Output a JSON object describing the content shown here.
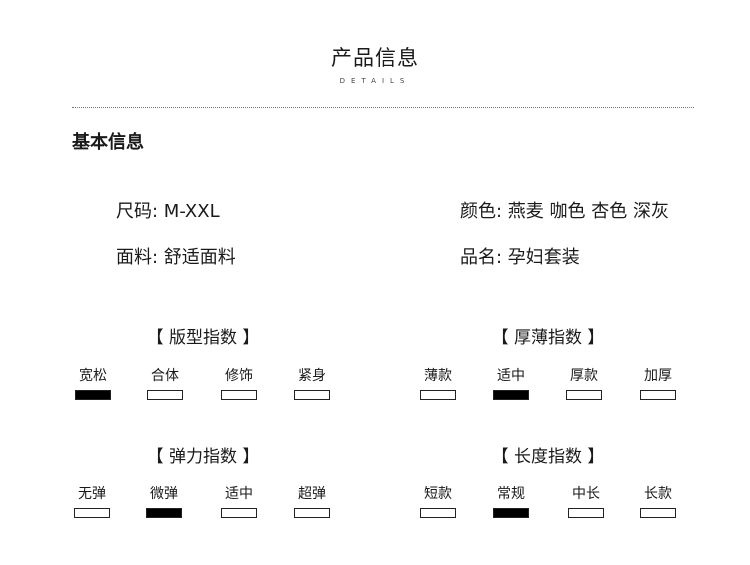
{
  "header": {
    "title": "产品信息",
    "subtitle": "DETAILS"
  },
  "section": {
    "title": "基本信息"
  },
  "basic_info": {
    "size": "尺码: M-XXL",
    "color": "颜色: 燕麦 咖色 杏色 深灰",
    "fabric": "面料: 舒适面料",
    "name": "品名: 孕妇套装"
  },
  "groups": [
    {
      "title": "【 版型指数 】",
      "options": [
        "宽松",
        "合体",
        "修饰",
        "紧身"
      ],
      "selected": 0
    },
    {
      "title": "【 厚薄指数 】",
      "options": [
        "薄款",
        "适中",
        "厚款",
        "加厚"
      ],
      "selected": 1
    },
    {
      "title": "【 弹力指数 】",
      "options": [
        "无弹",
        "微弹",
        "适中",
        "超弹"
      ],
      "selected": 1
    },
    {
      "title": "【 长度指数 】",
      "options": [
        "短款",
        "常规",
        "中长",
        "长款"
      ],
      "selected": 1
    }
  ]
}
